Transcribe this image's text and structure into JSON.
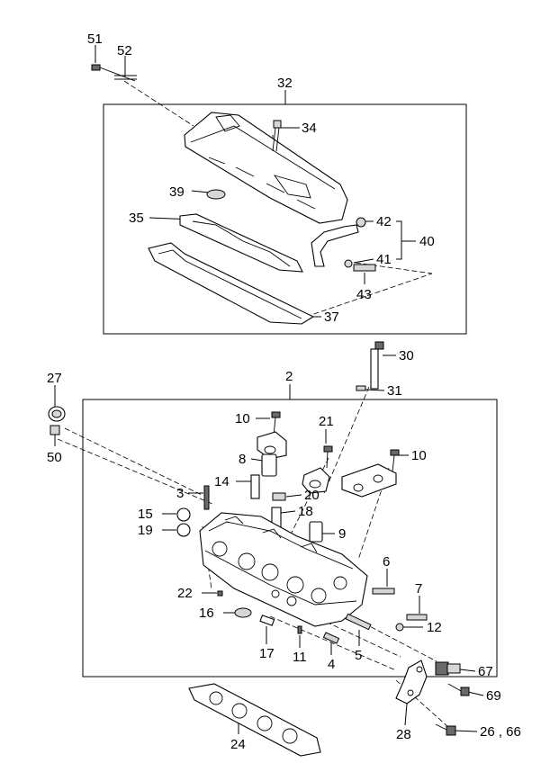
{
  "callouts": {
    "c51": "51",
    "c52": "52",
    "c32": "32",
    "c34": "34",
    "c39": "39",
    "c35": "35",
    "c42": "42",
    "c40": "40",
    "c41": "41",
    "c43": "43",
    "c37": "37",
    "c30": "30",
    "c27": "27",
    "c2": "2",
    "c31": "31",
    "c10a": "10",
    "c21": "21",
    "c50": "50",
    "c10b": "10",
    "c8": "8",
    "c14": "14",
    "c3": "3",
    "c20": "20",
    "c15": "15",
    "c18": "18",
    "c19": "19",
    "c9": "9",
    "c6": "6",
    "c22": "22",
    "c7": "7",
    "c16": "16",
    "c12": "12",
    "c17": "17",
    "c11": "11",
    "c4": "4",
    "c5": "5",
    "c67": "67",
    "c69": "69",
    "c28": "28",
    "c26_66": "26 , 66",
    "c24": "24"
  },
  "colors": {
    "line": "#000000",
    "background": "#ffffff",
    "shade": "#d6d6d6"
  }
}
